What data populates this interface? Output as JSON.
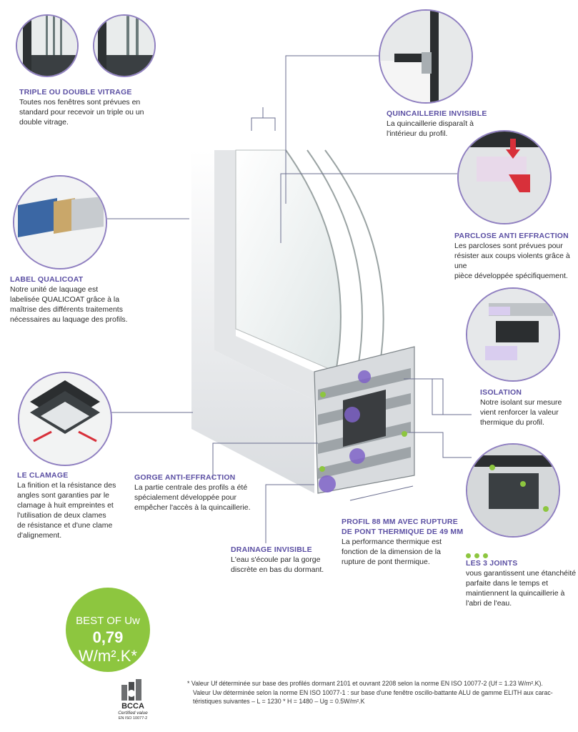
{
  "colors": {
    "accent_purple": "#5b4fa3",
    "accent_green": "#8dc63f",
    "leader_line": "#8f7fc0"
  },
  "sections": {
    "triple": {
      "title": "TRIPLE OU DOUBLE VITRAGE",
      "lines": [
        "Toutes nos fenêtres sont prévues en",
        "standard pour recevoir un triple ou un",
        "double vitrage."
      ]
    },
    "quincaillerie": {
      "title": "QUINCAILLERIE INVISIBLE",
      "lines": [
        "La quincaillerie disparaît à",
        "l'intérieur du profil."
      ]
    },
    "parclose": {
      "title": "PARCLOSE ANTI EFFRACTION",
      "lines": [
        "Les parcloses sont prévues pour",
        "résister aux coups violents grâce à une",
        "pièce développée spécifiquement."
      ]
    },
    "qualicoat": {
      "title": "LABEL QUALICOAT",
      "lines": [
        "Notre unité de laquage est",
        "labelisée QUALICOAT grâce à la",
        "maîtrise des différents traitements",
        "nécessaires au laquage des profils."
      ]
    },
    "isolation": {
      "title": "ISOLATION",
      "lines": [
        "Notre isolant sur mesure",
        "vient renforcer la valeur",
        "thermique du profil."
      ]
    },
    "clamage": {
      "title": "LE CLAMAGE",
      "lines": [
        "La finition et la résistance des",
        "angles sont garanties par le",
        "clamage à huit empreintes et",
        "l'utilisation de deux clames",
        "de résistance et d'une clame",
        "d'alignement."
      ]
    },
    "gorge": {
      "title": "GORGE ANTI-EFFRACTION",
      "lines": [
        "La partie centrale des profils a été",
        "spécialement développée pour",
        "empêcher l'accès à la quincaillerie."
      ]
    },
    "profil": {
      "title_lines": [
        "PROFIL 88 MM AVEC RUPTURE",
        "DE PONT THERMIQUE DE 49 MM"
      ],
      "lines": [
        "La performance thermique est",
        "fonction de la dimension de la",
        "rupture de pont thermique."
      ]
    },
    "drainage": {
      "title": "DRAINAGE INVISIBLE",
      "lines": [
        "L'eau s'écoule par la gorge",
        "discrète en bas du dormant."
      ]
    },
    "joints": {
      "title": "LES 3 JOINTS",
      "lines": [
        "vous garantissent une étanchéité",
        "parfaite dans le temps et",
        "maintiennent la quincaillerie à",
        "l'abri de l'eau."
      ]
    }
  },
  "badge": {
    "line1": "BEST OF Uw",
    "value": "0,79",
    "unit": "W/m².K*"
  },
  "bcca": {
    "name": "BCCA",
    "sub": "Certified value",
    "norm": "EN ISO 10077-2"
  },
  "footnote": [
    "* Valeur Uf déterminée sur base des profilés dormant 2101 et ouvrant 2208 selon la norme EN ISO 10077-2 (Uf = 1.23 W/m².K).",
    "Valeur Uw déterminée selon la norme EN ISO 10077-1 : sur base d'une fenêtre oscillo-battante ALU de gamme ELITH aux carac-",
    "téristiques suivantes – L = 1230 * H = 1480 – Ug = 0.5W/m².K"
  ]
}
